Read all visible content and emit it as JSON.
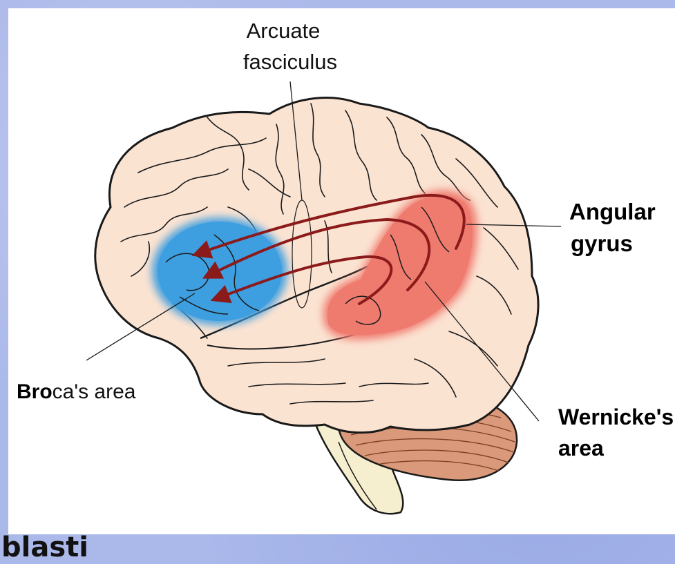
{
  "labels": {
    "arcuate_line1": "Arcuate",
    "arcuate_line2": "fasciculus",
    "angular_line1": "Angular",
    "angular_line2": "gyrus",
    "broca_bold": "Bro",
    "broca_rest": "ca's area",
    "wernicke_line1": "Wernicke's",
    "wernicke_line2": "area"
  },
  "footer": {
    "text": "blasti"
  },
  "colors": {
    "brain_fill": "#fbe3d2",
    "brain_outline": "#1a1a1a",
    "broca_fill": "#3d9ee0",
    "wernicke_fill": "#ef7b6f",
    "arrow": "#8b1a1a",
    "cerebellum": "#d9997a",
    "stem": "#f6efcf"
  }
}
